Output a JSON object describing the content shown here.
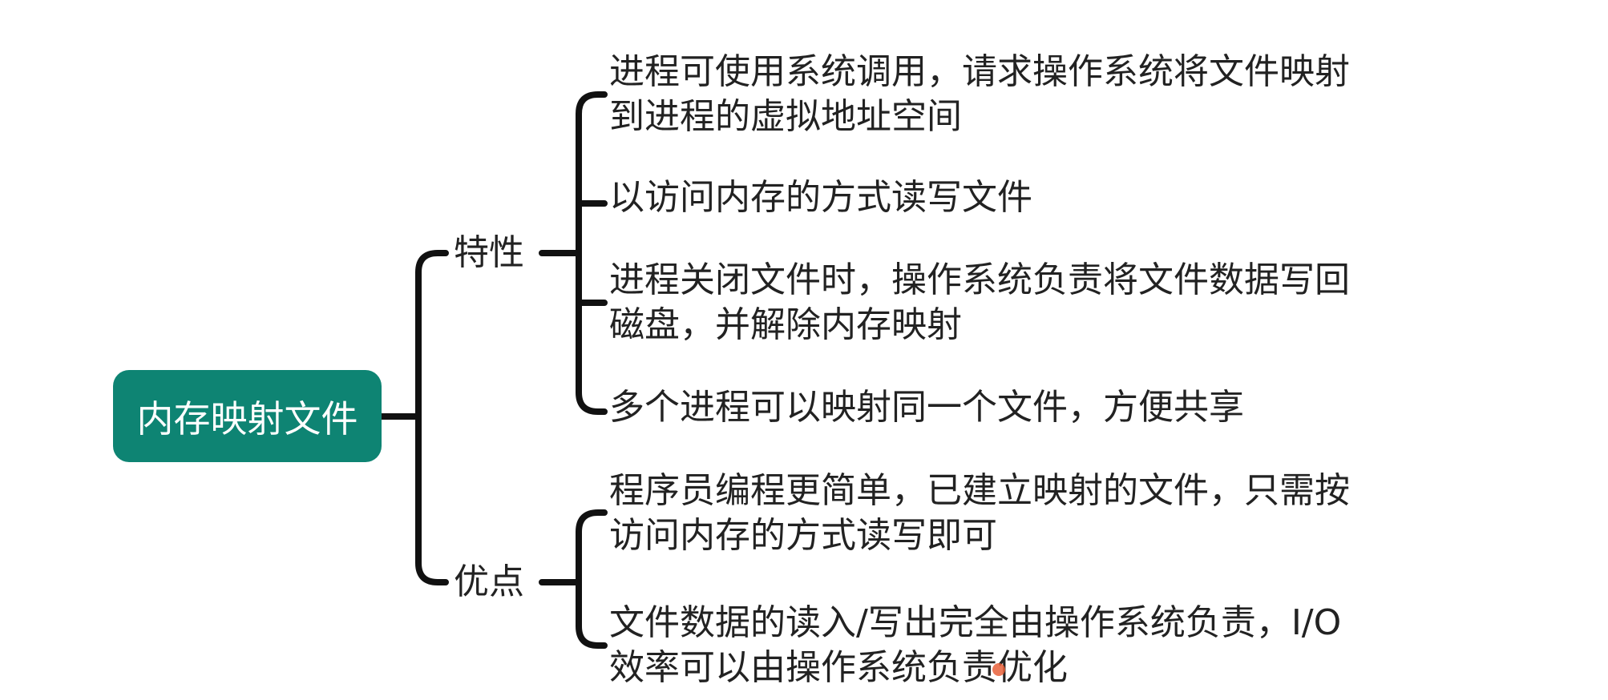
{
  "root": {
    "label": "内存映射文件"
  },
  "branches": [
    {
      "label": "特性",
      "items": [
        {
          "lines": [
            "进程可使用系统调用，请求操作系统将文件映射",
            "到进程的虚拟地址空间"
          ]
        },
        {
          "lines": [
            "以访问内存的方式读写文件"
          ]
        },
        {
          "lines": [
            "进程关闭文件时，操作系统负责将文件数据写回",
            "磁盘，并解除内存映射"
          ]
        },
        {
          "lines": [
            "多个进程可以映射同一个文件，方便共享"
          ]
        }
      ]
    },
    {
      "label": "优点",
      "items": [
        {
          "lines": [
            "程序员编程更简单，已建立映射的文件，只需按",
            "访问内存的方式读写即可"
          ]
        },
        {
          "lines": [
            "文件数据的读入/写出完全由操作系统负责，I/O",
            "效率可以由操作系统负责优化"
          ]
        }
      ]
    }
  ],
  "colors": {
    "root_fill": "#0e8473",
    "root_text": "#ffffff",
    "connector": "#111111",
    "text": "#222222"
  }
}
